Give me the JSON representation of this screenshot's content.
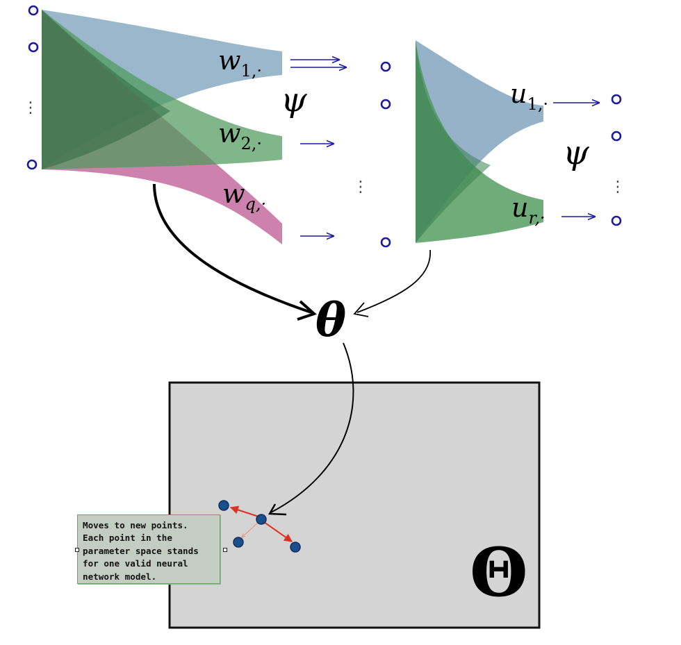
{
  "labels": {
    "w1": "w",
    "w1_sub": "1,·",
    "w2": "w",
    "w2_sub": "2,·",
    "wq": "w",
    "wq_sub": "q,·",
    "u1": "u",
    "u1_sub": "1,·",
    "ur": "u",
    "ur_sub": "r,·",
    "psi_left": "ψ",
    "psi_right": "ψ",
    "theta": "θ",
    "param_space": "Θ",
    "vdots": "⋮"
  },
  "note": {
    "lines": [
      "Moves to new points.",
      "Each point in the",
      "parameter space stands",
      "for one valid neural",
      "network model."
    ]
  },
  "colors": {
    "blue_fan": "#8aaac3",
    "green_fan": "#4f9a5c",
    "pink_fan": "#bf5f97",
    "node_stroke": "#1a1a9a",
    "arrow_blue": "#1a1a9a",
    "box_fill": "#d4d4d4",
    "red_arrow": "#e03020",
    "point_fill": "#1a4e8c"
  }
}
